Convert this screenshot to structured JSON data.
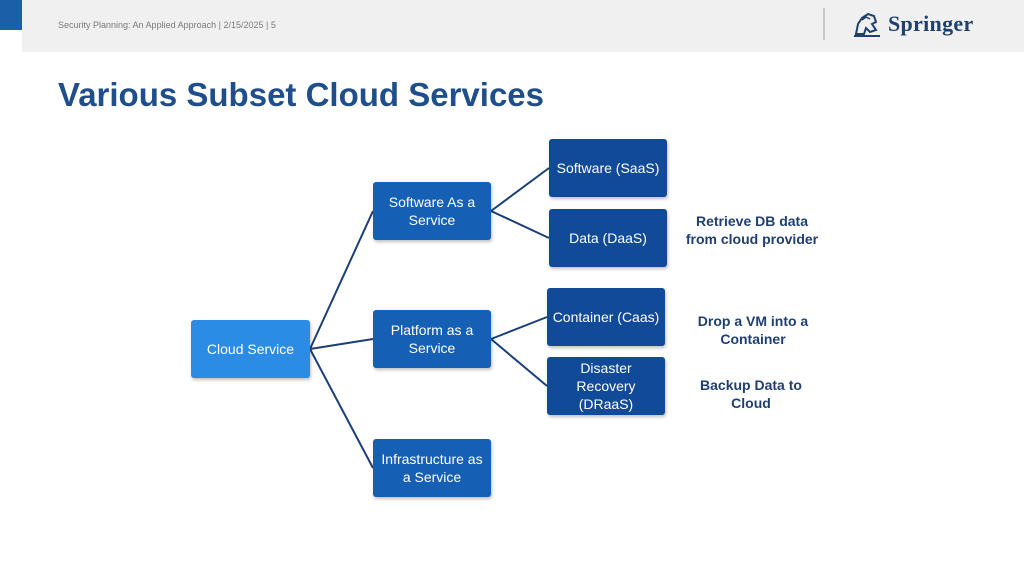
{
  "header": {
    "text": "Security Planning: An Applied Approach | 2/15/2025 | 5",
    "logo_text": "Springer"
  },
  "title": "Various Subset Cloud Services",
  "diagram": {
    "root": "Cloud Service",
    "categories": {
      "saas": "Software As a Service",
      "paas": "Platform as a Service",
      "iaas": "Infrastructure as a Service"
    },
    "leaves": {
      "software": "Software (SaaS)",
      "data": "Data (DaaS)",
      "container": "Container (Caas)",
      "dr": "Disaster Recovery (DRaaS)"
    },
    "notes": {
      "data": "Retrieve DB data from cloud provider",
      "container": "Drop a VM into a Container",
      "dr": "Backup Data to Cloud"
    }
  },
  "colors": {
    "accent": "#1a5fa8",
    "title": "#1f4e8c",
    "root_node": "#2b8ce6",
    "category_node": "#155fb5",
    "leaf_node": "#124a9a",
    "connector": "#1a3f7a",
    "note_text": "#1f3f73"
  }
}
